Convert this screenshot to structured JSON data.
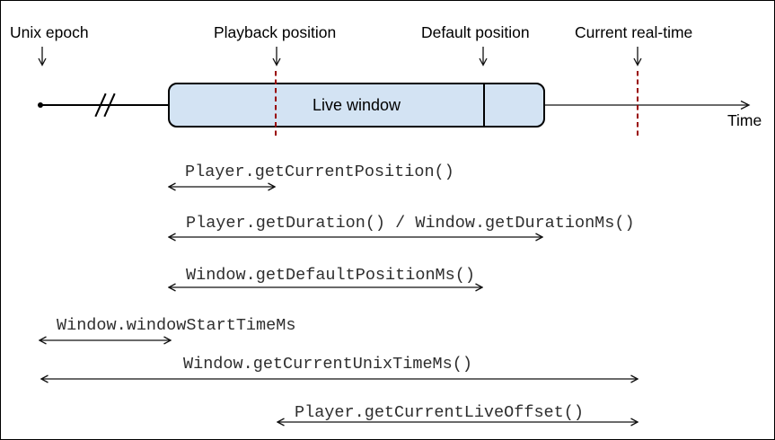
{
  "diagram": {
    "title_context": "Live streaming timeline",
    "top_labels": [
      {
        "label": "Unix epoch"
      },
      {
        "label": "Playback position"
      },
      {
        "label": "Default position"
      },
      {
        "label": "Current real-time"
      }
    ],
    "timeline": {
      "live_window_label": "Live window",
      "time_axis_label": "Time"
    },
    "measurements": [
      {
        "label": "Player.getCurrentPosition()"
      },
      {
        "label": "Player.getDuration() / Window.getDurationMs()"
      },
      {
        "label": "Window.getDefaultPositionMs()"
      },
      {
        "label": "Window.windowStartTimeMs"
      },
      {
        "label": "Window.getCurrentUnixTimeMs()"
      },
      {
        "label": "Player.getCurrentLiveOffset()"
      }
    ],
    "colors": {
      "live_window_fill": "#d3e3f3",
      "dashed_marker": "#990000",
      "line": "#000000"
    }
  }
}
